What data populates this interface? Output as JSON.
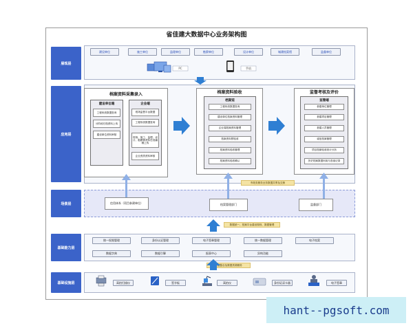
{
  "title": "省佳建大数据中心业务架构图",
  "layers": {
    "display": "展现层",
    "app": "应用层",
    "platform": "场景层",
    "foundation": "基础能力层",
    "infra": "基础设施层"
  },
  "display": {
    "units": [
      "建设单位",
      "施工单位",
      "监理单位",
      "勘察单位",
      "设计单位",
      "城建档案馆",
      "监督单位"
    ],
    "pc": "PC",
    "mobile": "手机"
  },
  "app": {
    "collect": {
      "title": "档案资料采集录入",
      "groups": [
        {
          "title": "建设单位端",
          "items": [
            "工程系统数据查询",
            "分阶段归档资料上传",
            "建设单位资料审核"
          ]
        },
        {
          "title": "企业端",
          "items": [
            "现场监督平台数据",
            "工程系统数据查询",
            "现场、施工、监理、设计、勘察等资料在线编辑上传",
            "企业资质资料审核"
          ]
        }
      ]
    },
    "receive": {
      "title": "档案资料验收",
      "group": {
        "title": "档案馆",
        "items": [
          "工程系统数据查询",
          "建设单位档案资料管理",
          "企业端档案资料管理",
          "档案资料预验收",
          "档案资料验收管理",
          "档案资料验收确认"
        ]
      }
    },
    "supervise": {
      "title": "监督考核及评价",
      "group": {
        "title": "监管端",
        "items": [
          "参建单位管理",
          "参建项目管理",
          "参建人员管理",
          "诚信档案管理",
          "项目档案验收统计分析",
          "历史档案数据利用与查阅记录"
        ]
      }
    }
  },
  "platform": {
    "left": "信用体系（项目参建单位）",
    "center": "档案管理部门",
    "right": "监督部门",
    "note_top": "市政务服务业务数据共享及交换",
    "note_bottom": "数据统一、档案平台建设规则、数据管理"
  },
  "foundation": {
    "row1": [
      "统一权限管理",
      "身份认证管理",
      "电子签章管理",
      "统一数据管理",
      "电子档案"
    ],
    "row2": [
      "数据字典",
      "数据引擎",
      "报表中心",
      "异构功能"
    ],
    "note": "数据整合及数据资源服务"
  },
  "infra": {
    "items": [
      "高拍扫描仪",
      "签字板",
      "高拍仪",
      "身份证读卡器",
      "电子签章"
    ]
  },
  "watermark": "hant--pgsoft.com",
  "colors": {
    "layer_label": "#3b63c9",
    "arrow": "#2f7fd3",
    "connector": "#8fb0e6",
    "note": "#f4e3a4",
    "platform_band": "#e6e8f8"
  }
}
